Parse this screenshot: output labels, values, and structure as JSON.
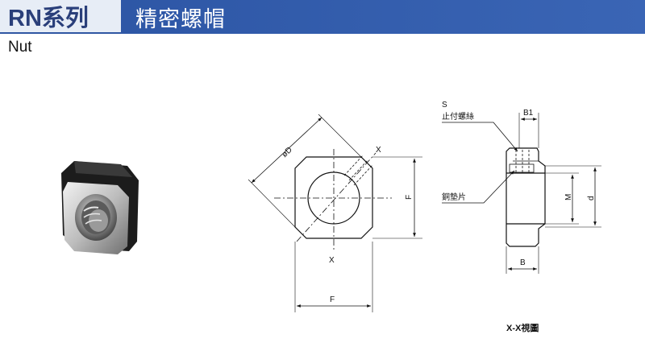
{
  "header": {
    "series_label": "RN系列",
    "title": "精密螺帽",
    "subtitle": "Nut"
  },
  "front_view": {
    "diameter_label": "øD",
    "section_mark_top": "X",
    "section_mark_bottom": "X",
    "width_label_right": "F",
    "width_label_bottom": "F"
  },
  "section_view": {
    "screw_code": "S",
    "screw_label": "止付螺絲",
    "pad_label": "銅墊片",
    "b1_label": "B1",
    "m_label": "M",
    "d_label": "d",
    "b_label": "B",
    "caption": "X-X視圖"
  },
  "colors": {
    "accent": "#2e57a6",
    "series_text": "#2a3f7a"
  }
}
